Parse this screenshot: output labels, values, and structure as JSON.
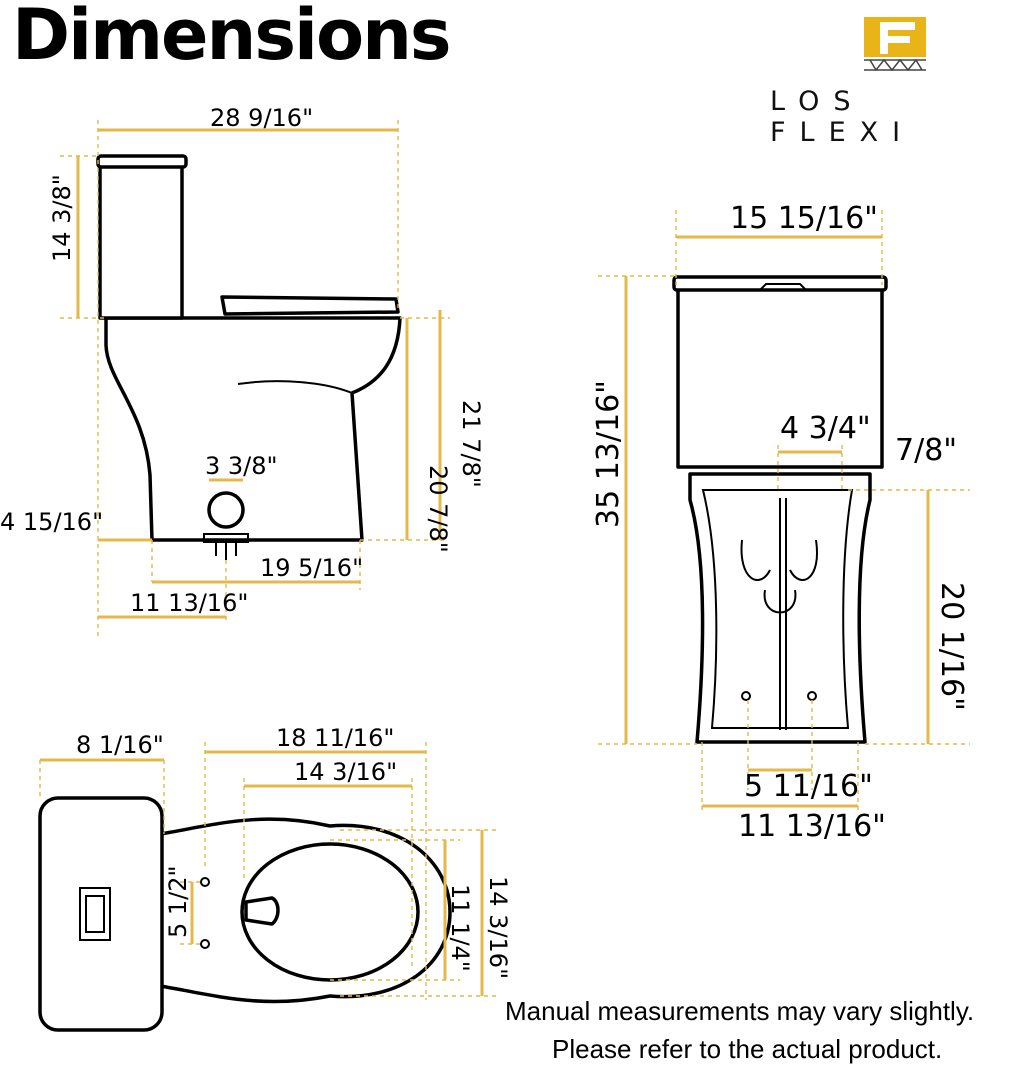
{
  "title": "Dimensions",
  "brand": {
    "name": "LOS FLEXI",
    "logo_letter": "F",
    "colors": {
      "gold": "#e8b418",
      "dark": "#444444"
    }
  },
  "colors": {
    "dimension_line": "#e2b94a",
    "outline": "#000000",
    "background": "#ffffff"
  },
  "side_view": {
    "overall_depth": "28 9/16\"",
    "tank_height": "14 3/8\"",
    "bowl_rim_height": "20 7/8\"",
    "seat_height": "21 7/8\"",
    "outlet_diameter": "3 3/8\"",
    "base_back_offset": "4 15/16\"",
    "base_depth": "19 5/16\"",
    "rough_in": "11 13/16\""
  },
  "front_view": {
    "tank_width": "15 15/16\"",
    "overall_height": "35 13/16\"",
    "button_spacing": "4 3/4\"",
    "tank_lid_thickness": "7/8\"",
    "base_height": "20 1/16\"",
    "bolt_spacing": "5 11/16\"",
    "base_width": "11 13/16\""
  },
  "top_view": {
    "tank_depth": "8 1/16\"",
    "bowl_length": "18 11/16\"",
    "seat_opening_length": "14 3/16\"",
    "seat_hinge_spacing": "5 1/2\"",
    "opening_width": "11 1/4\"",
    "bowl_width": "14 3/16\""
  },
  "notes": [
    "Manual measurements may vary slightly.",
    "Please refer to the actual product."
  ]
}
